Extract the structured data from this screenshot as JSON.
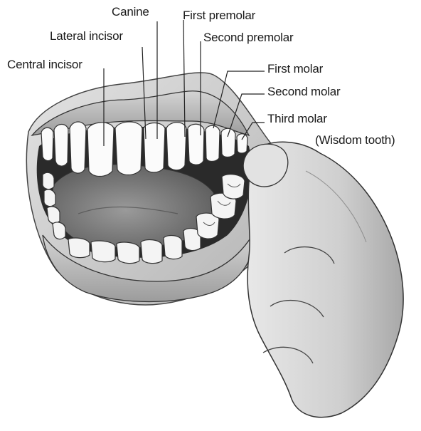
{
  "diagram": {
    "labels": {
      "central_incisor": "Central incisor",
      "lateral_incisor": "Lateral incisor",
      "canine": "Canine",
      "first_premolar": "First premolar",
      "second_premolar": "Second premolar",
      "first_molar": "First molar",
      "second_molar": "Second molar",
      "third_molar": "Third molar",
      "wisdom_tooth": "(Wisdom tooth)"
    }
  }
}
